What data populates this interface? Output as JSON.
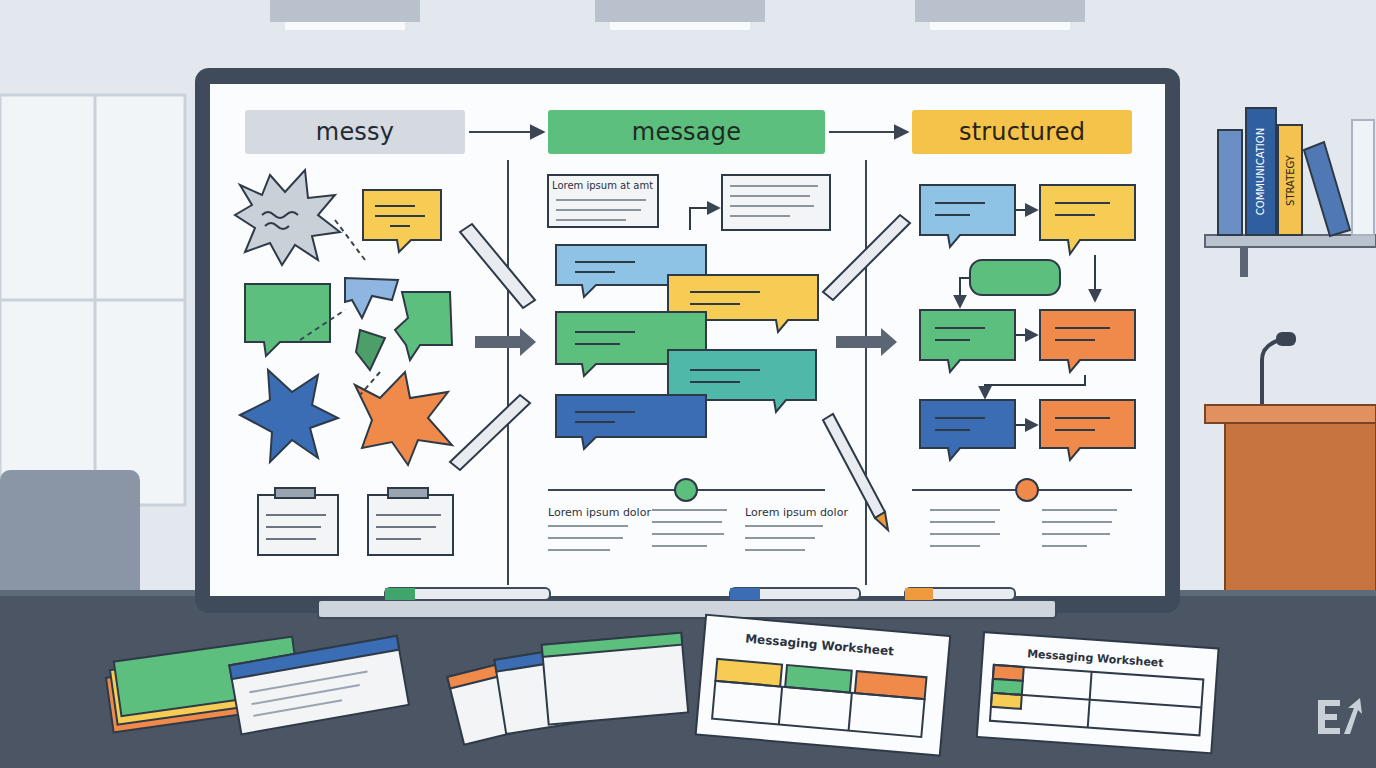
{
  "diagram": {
    "nodes": [
      {
        "text": [
          "messy"
        ]
      },
      {
        "text": [
          "message"
        ]
      },
      {
        "text": [
          "structured"
        ]
      }
    ],
    "edges": [
      {
        "from": 0,
        "to": 1,
        "arrow": "to"
      },
      {
        "from": 1,
        "to": 2,
        "arrow": "to"
      }
    ],
    "labels": [
      "Lorem ipsum at amt",
      "Lorem ipsum dolor",
      "Lorem ipsum dolor",
      "COMMUNICATION",
      "STRATEGY",
      "Messaging Worksheet",
      "Messaging Worksheet"
    ]
  }
}
